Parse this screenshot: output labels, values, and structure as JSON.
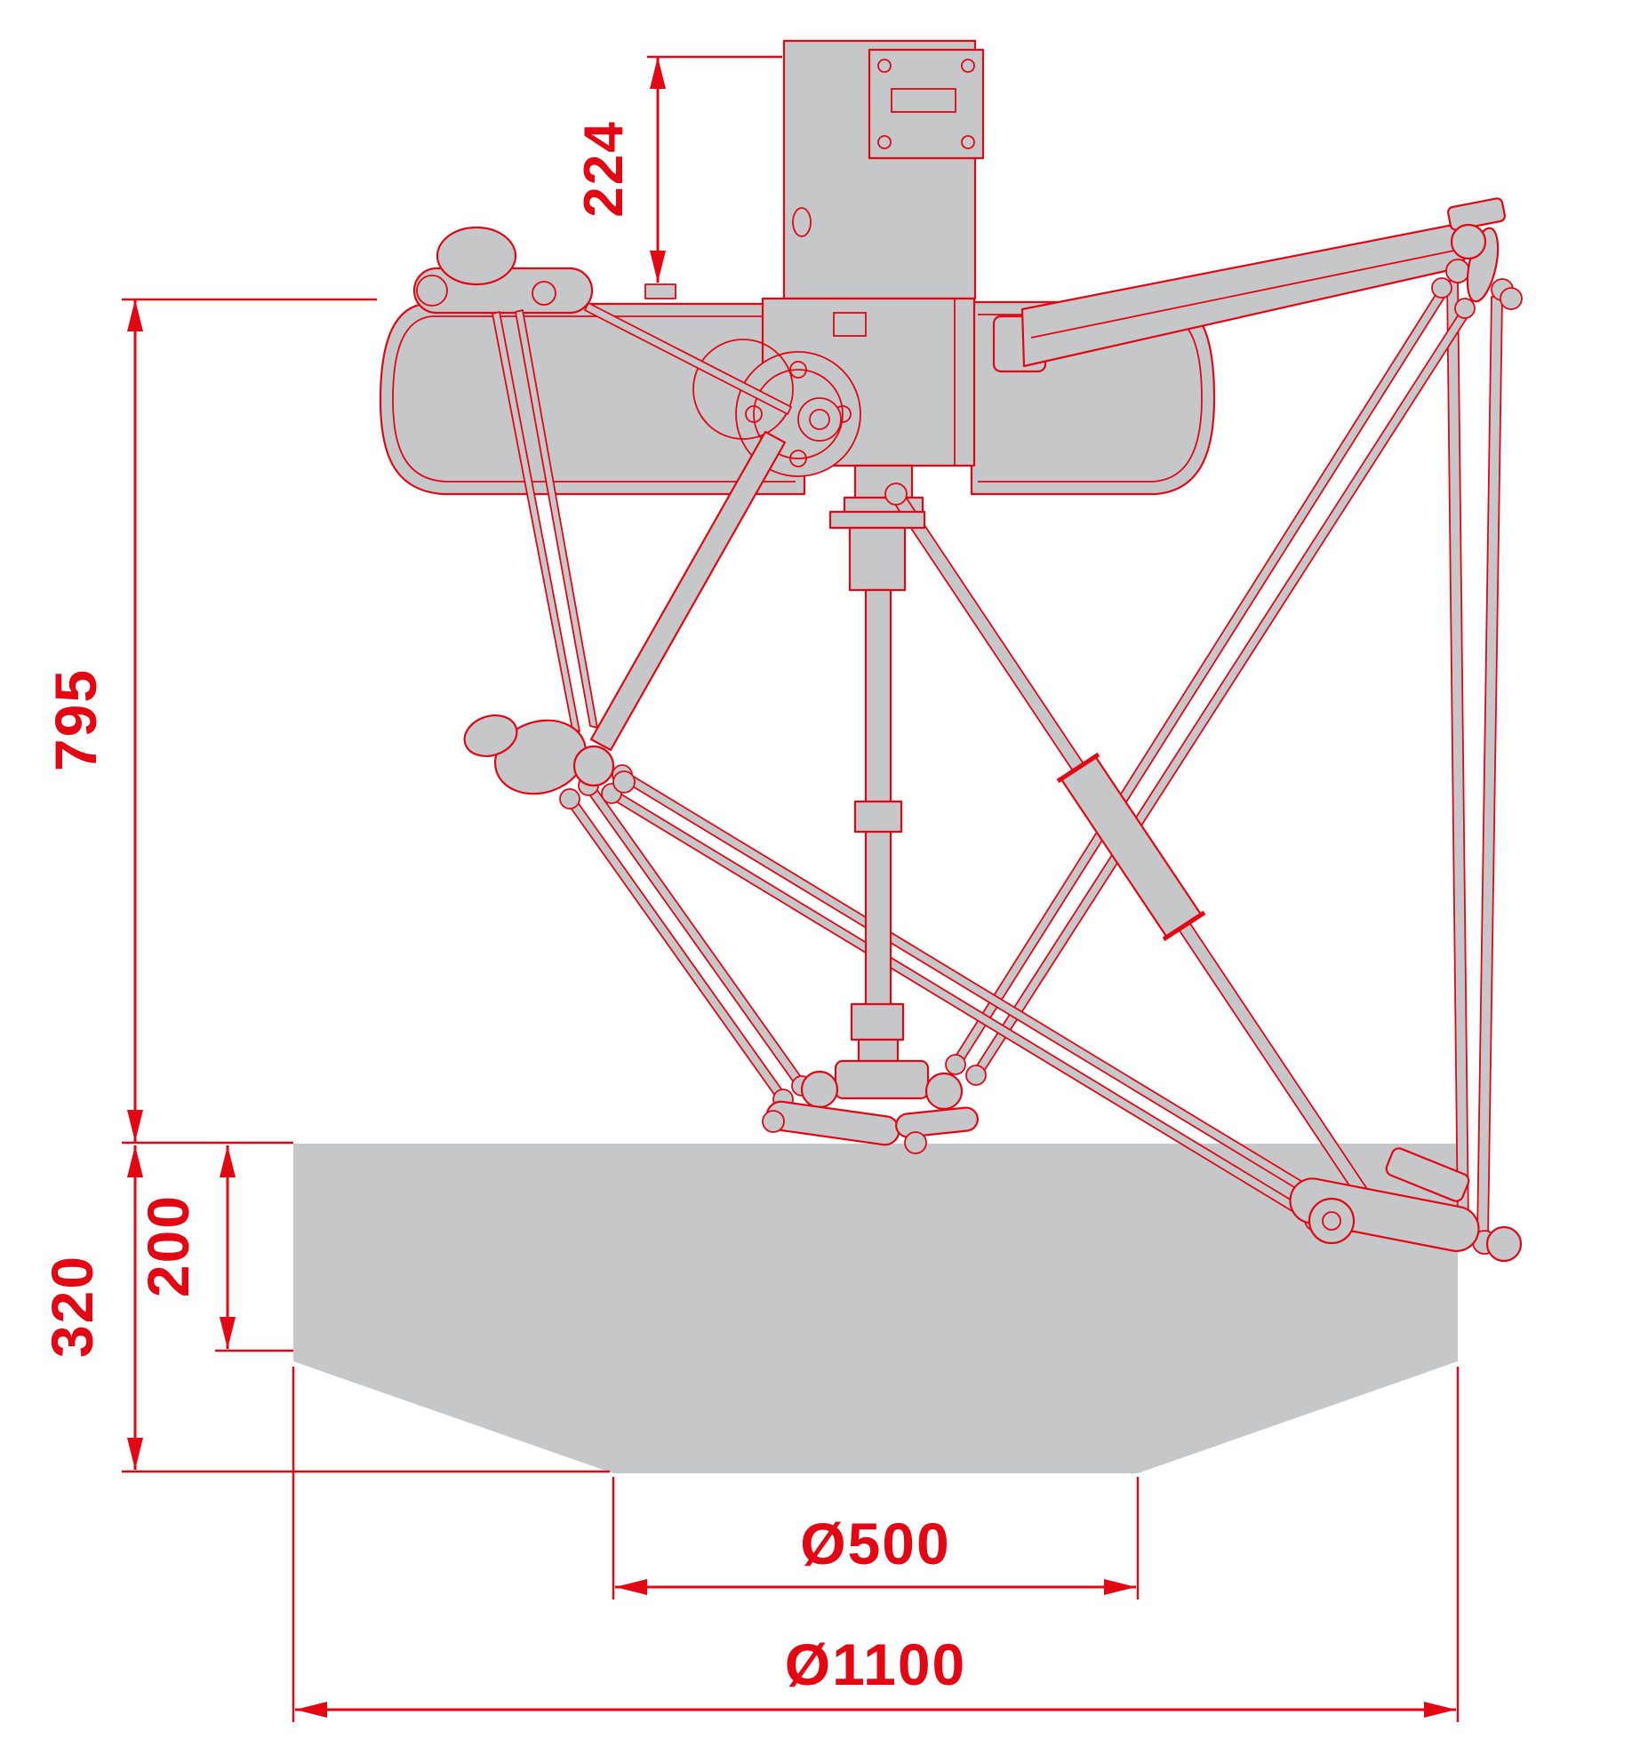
{
  "drawing": {
    "colors": {
      "dimension_red": "#e30613",
      "part_gray": "#c6c7c9",
      "background": "#ffffff"
    },
    "dimensions": {
      "motor_unit_height": "224",
      "base_to_workspace": "795",
      "workspace_total_height": "320",
      "workspace_cylinder_height": "200",
      "workspace_lower_diameter": "Ø500",
      "workspace_upper_diameter": "Ø1100"
    }
  }
}
